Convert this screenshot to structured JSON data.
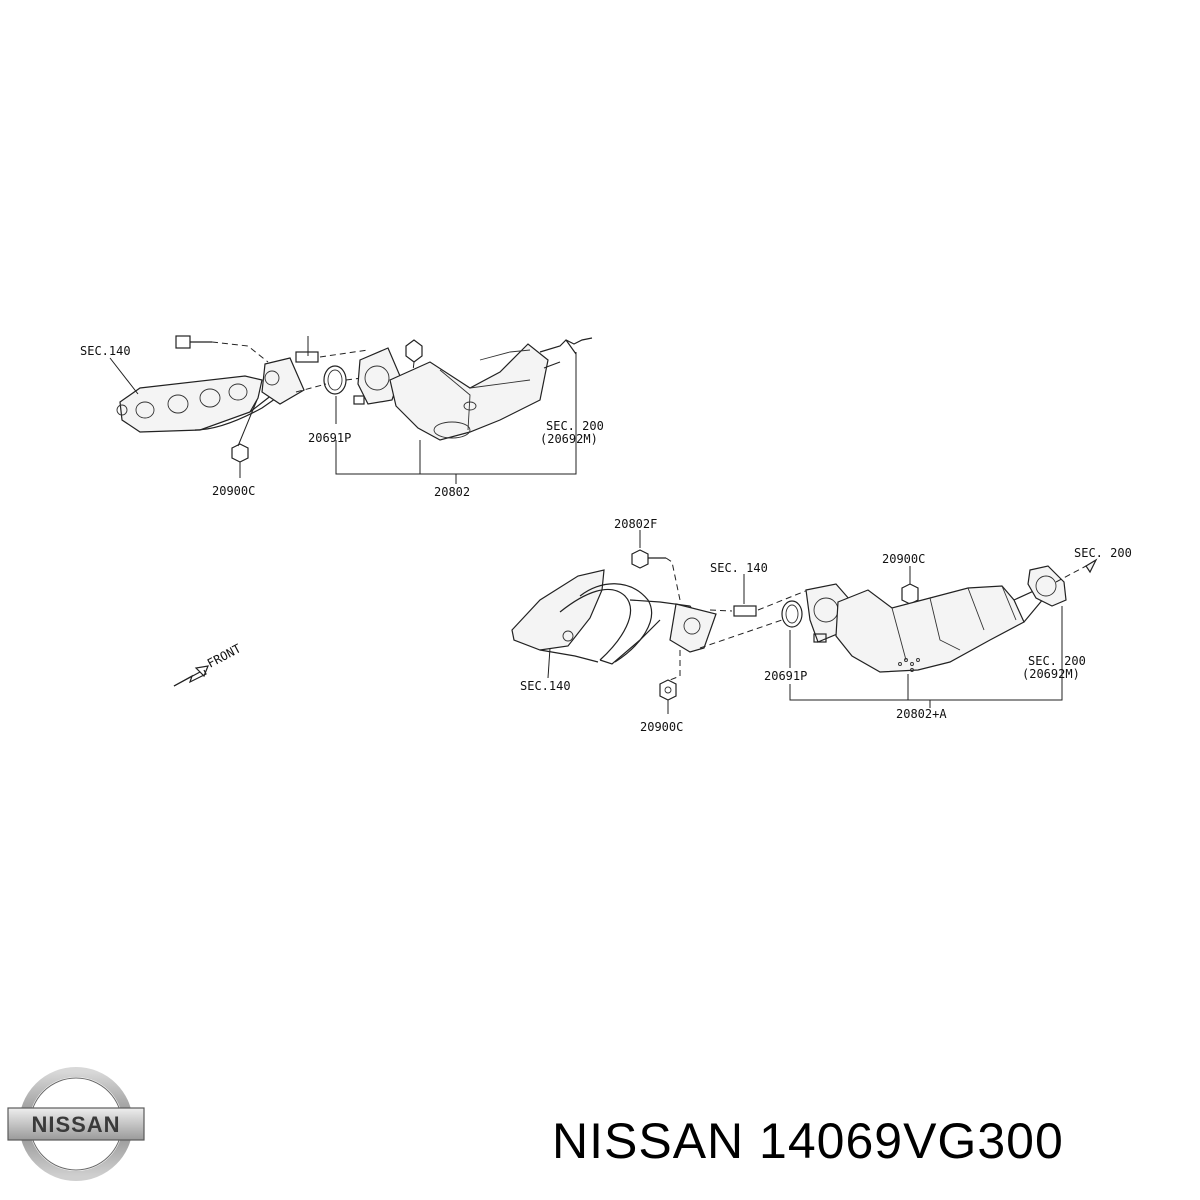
{
  "diagram": {
    "upper": {
      "sec140": "SEC.140",
      "gasket": "20691P",
      "nut": "20900C",
      "assembly": "20802",
      "sec200": "SEC. 200",
      "sec200_ref": "(20692M)"
    },
    "lower": {
      "bolt": "20802F",
      "sec140_top": "SEC. 140",
      "nut_top": "20900C",
      "sec200_arrow": "SEC. 200",
      "sec140_bottom": "SEC.140",
      "gasket": "20691P",
      "sec200": "SEC. 200",
      "sec200_ref": "(20692M)",
      "nut_bottom": "20900C",
      "assembly": "20802+A"
    },
    "front": "FRONT"
  },
  "brand": {
    "logo_text": "NISSAN",
    "title": "NISSAN 14069VG300"
  },
  "colors": {
    "ink": "#222222",
    "logo_silver": "#9a9a9a",
    "logo_dark": "#3a3a3a"
  }
}
